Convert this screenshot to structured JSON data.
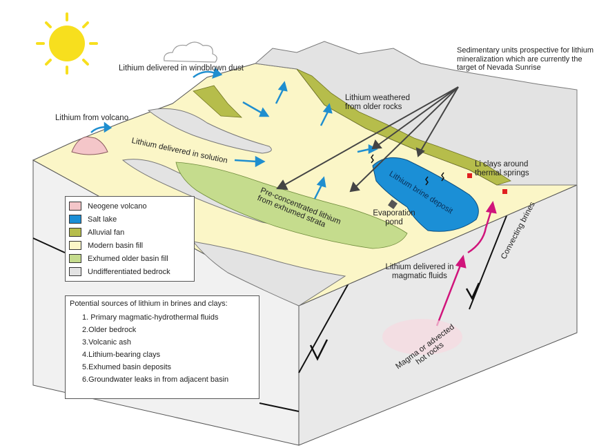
{
  "labels": {
    "windblown": "Lithium delivered in windblown dust",
    "volcano": "Lithium from volcano",
    "solution": "Lithium delivered in solution",
    "weathered": "Lithium weathered from older rocks",
    "callout": "Sedimentary units prospective for lithium mineralization which are currently the target of Nevada Sunrise",
    "li_clays": "Li clays around thermal springs",
    "preconcentrated": "Pre-concentrated lithium from exhumed strata",
    "brine_deposit": "Lithium brine deposit",
    "evaporation": "Evaporation pond",
    "magmatic": "Lithium delivered in magmatic fluids",
    "convecting": "Convecting brines",
    "magma": "Magma or advected hot rocks"
  },
  "legend": {
    "items": [
      {
        "label": "Neogene volcano",
        "color": "#f4c6c9"
      },
      {
        "label": "Salt lake",
        "color": "#1b8fd6"
      },
      {
        "label": "Alluvial fan",
        "color": "#b6bd4b"
      },
      {
        "label": "Modern basin fill",
        "color": "#fbf6c7"
      },
      {
        "label": "Exhumed older basin fill",
        "color": "#c5dc8d"
      },
      {
        "label": "Undifferentiated bedrock",
        "color": "#e3e3e3"
      }
    ]
  },
  "sources": {
    "title": "Potential sources of lithium in brines and clays:",
    "items": [
      "1. Primary magmatic-hydrothermal fluids",
      "2.Older bedrock",
      "3.Volcanic ash",
      "4.Lithium-bearing clays",
      "5.Exhumed basin deposits",
      "6.Groundwater leaks in from adjacent basin"
    ]
  },
  "colors": {
    "sun": "#f7df1e",
    "arrow_blue": "#1f8ecf",
    "arrow_magenta": "#d0147b",
    "thermal_spring": "#e02020"
  }
}
